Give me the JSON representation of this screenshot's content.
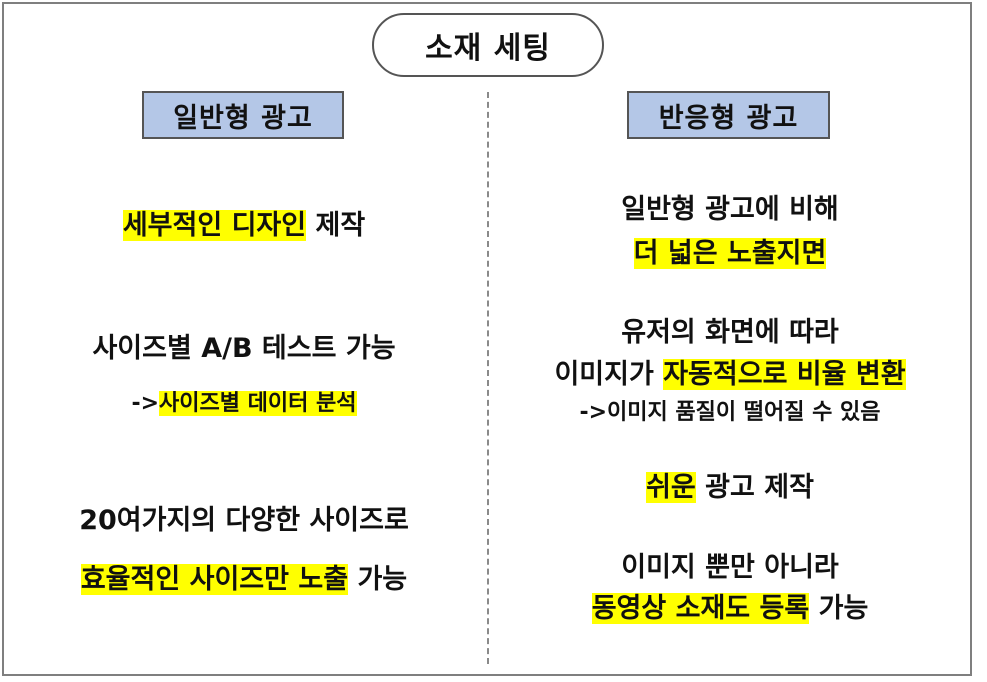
{
  "title": "소재 세팅",
  "left": {
    "header": "일반형 광고",
    "b1_hl": "세부적인 디자인",
    "b1_rest": " 제작",
    "b2_line1": "사이즈별 A/B 테스트 가능",
    "b2_arrow": "->",
    "b2_hl": "사이즈별 데이터 분석",
    "b3_line1": "20여가지의 다양한 사이즈로",
    "b3_hl": "효율적인 사이즈만 노출",
    "b3_rest": " 가능"
  },
  "right": {
    "header": "반응형 광고",
    "b1_line1": "일반형 광고에 비해",
    "b1_hl": "더 넓은 노출지면",
    "b2_line1": "유저의 화면에 따라",
    "b2_pre": "이미지가 ",
    "b2_hl": "자동적으로 비율 변환",
    "b2_line3": "->이미지 품질이 떨어질 수 있음",
    "b3_hl": "쉬운",
    "b3_rest": " 광고 제작",
    "b4_line1": "이미지 뿐만 아니라",
    "b4_hl": "동영상 소재도 등록",
    "b4_rest": " 가능"
  },
  "colors": {
    "highlight": "#ffff00",
    "header_fill": "#b4c7e7",
    "border": "#555555"
  }
}
